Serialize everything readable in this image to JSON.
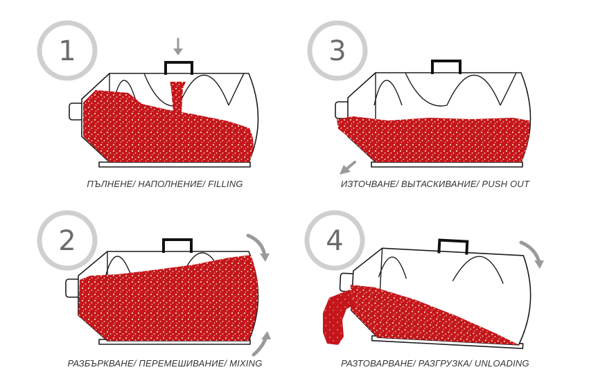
{
  "steps": [
    {
      "number": "1",
      "caption": "ПЪЛНЕНЕ/ НАПОЛНЕНИЕ/ FILLING"
    },
    {
      "number": "3",
      "caption": "ИЗТОЧВАНЕ/ ВЫТАСКИВАНИЕ/ PUSH OUT"
    },
    {
      "number": "2",
      "caption": "РАЗБЪРКВАНЕ/ ПЕРЕМЕШИВАНИЕ/ MIXING"
    },
    {
      "number": "4",
      "caption": "РАЗТОВАРВАНЕ/ РАЗГРУЗКА/ UNLOADING"
    }
  ],
  "colors": {
    "product": "#c4161c",
    "grain": "#f3d7b4",
    "outline": "#1a1a1a",
    "ring": "#cfcfcf",
    "arrow": "#9a9a9a"
  }
}
